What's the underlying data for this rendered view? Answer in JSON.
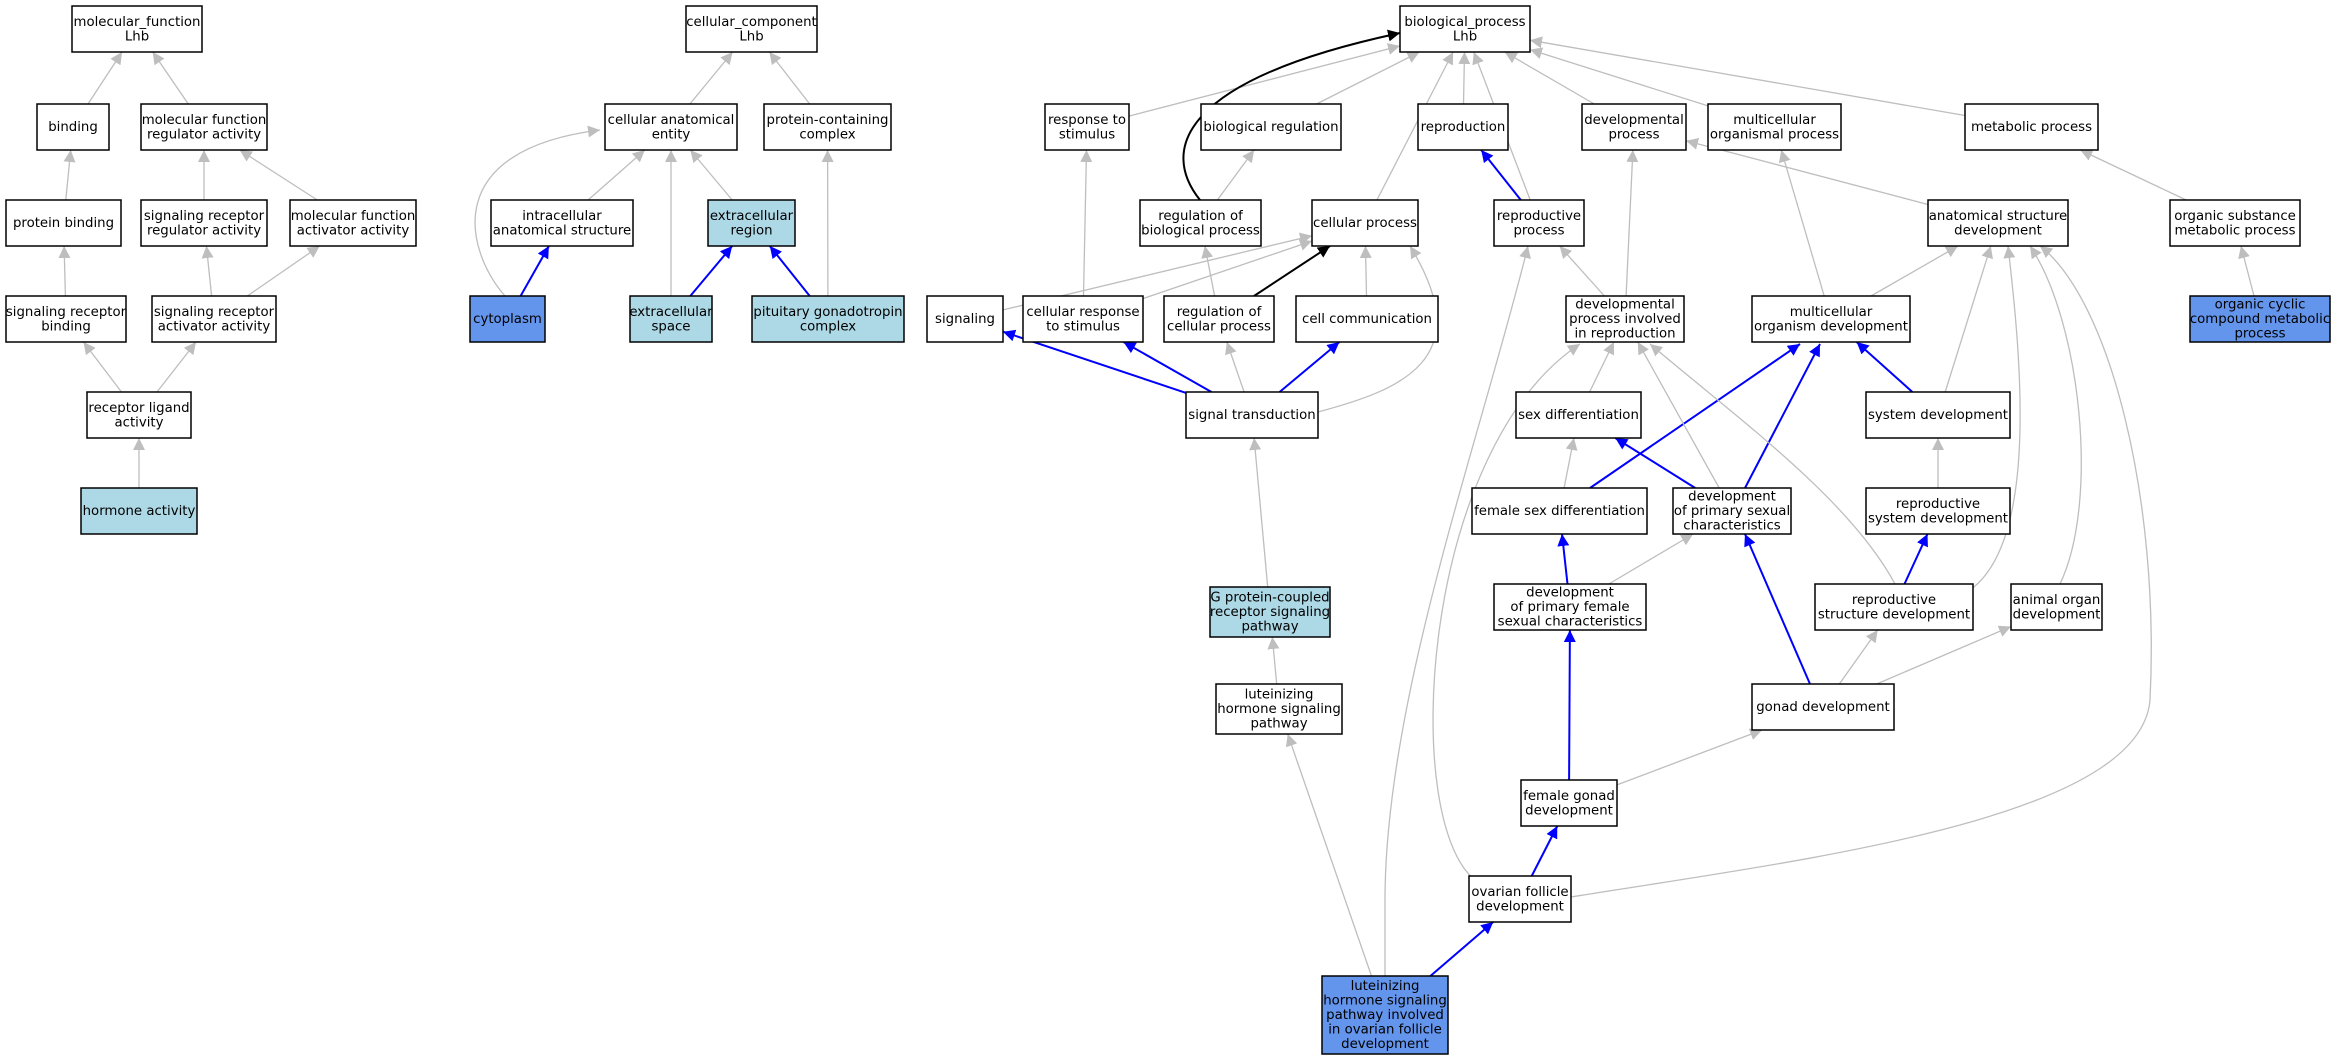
{
  "colors": {
    "node_default": "#ffffff",
    "node_light": "#add8e6",
    "node_dark": "#6495ed",
    "edge_grey": "#bebebe",
    "edge_blue": "#0000ff",
    "edge_black": "#000000"
  },
  "nodes": [
    {
      "id": "mf",
      "lines": [
        "molecular_function",
        "Lhb"
      ],
      "fill": "default"
    },
    {
      "id": "binding",
      "lines": [
        "binding"
      ],
      "fill": "default"
    },
    {
      "id": "mfra",
      "lines": [
        "molecular function",
        "regulator activity"
      ],
      "fill": "default"
    },
    {
      "id": "protbind",
      "lines": [
        "protein binding"
      ],
      "fill": "default"
    },
    {
      "id": "srra",
      "lines": [
        "signaling receptor",
        "regulator activity"
      ],
      "fill": "default"
    },
    {
      "id": "mfaa",
      "lines": [
        "molecular function",
        "activator activity"
      ],
      "fill": "default"
    },
    {
      "id": "srb",
      "lines": [
        "signaling receptor",
        "binding"
      ],
      "fill": "default"
    },
    {
      "id": "sraa",
      "lines": [
        "signaling receptor",
        "activator activity"
      ],
      "fill": "default"
    },
    {
      "id": "rla",
      "lines": [
        "receptor ligand",
        "activity"
      ],
      "fill": "default"
    },
    {
      "id": "hormone",
      "lines": [
        "hormone activity"
      ],
      "fill": "light"
    },
    {
      "id": "cc",
      "lines": [
        "cellular_component",
        "Lhb"
      ],
      "fill": "default"
    },
    {
      "id": "cae",
      "lines": [
        "cellular anatomical",
        "entity"
      ],
      "fill": "default"
    },
    {
      "id": "pcc",
      "lines": [
        "protein-containing",
        "complex"
      ],
      "fill": "default"
    },
    {
      "id": "ias",
      "lines": [
        "intracellular",
        "anatomical structure"
      ],
      "fill": "default"
    },
    {
      "id": "ecr",
      "lines": [
        "extracellular",
        "region"
      ],
      "fill": "light"
    },
    {
      "id": "cyto",
      "lines": [
        "cytoplasm"
      ],
      "fill": "dark"
    },
    {
      "id": "ecs",
      "lines": [
        "extracellular",
        "space"
      ],
      "fill": "light"
    },
    {
      "id": "pgc",
      "lines": [
        "pituitary gonadotropin",
        "complex"
      ],
      "fill": "light"
    },
    {
      "id": "bp",
      "lines": [
        "biological_process",
        "Lhb"
      ],
      "fill": "default"
    },
    {
      "id": "rts",
      "lines": [
        "response to",
        "stimulus"
      ],
      "fill": "default"
    },
    {
      "id": "breg",
      "lines": [
        "biological regulation"
      ],
      "fill": "default"
    },
    {
      "id": "repro",
      "lines": [
        "reproduction"
      ],
      "fill": "default"
    },
    {
      "id": "devp",
      "lines": [
        "developmental",
        "process"
      ],
      "fill": "default"
    },
    {
      "id": "mop",
      "lines": [
        "multicellular",
        "organismal process"
      ],
      "fill": "default"
    },
    {
      "id": "metab",
      "lines": [
        "metabolic process"
      ],
      "fill": "default"
    },
    {
      "id": "rbp",
      "lines": [
        "regulation of",
        "biological process"
      ],
      "fill": "default"
    },
    {
      "id": "cellp",
      "lines": [
        "cellular process"
      ],
      "fill": "default"
    },
    {
      "id": "reprop",
      "lines": [
        "reproductive",
        "process"
      ],
      "fill": "default"
    },
    {
      "id": "asd",
      "lines": [
        "anatomical structure",
        "development"
      ],
      "fill": "default"
    },
    {
      "id": "osmp",
      "lines": [
        "organic substance",
        "metabolic process"
      ],
      "fill": "default"
    },
    {
      "id": "signaling",
      "lines": [
        "signaling"
      ],
      "fill": "default"
    },
    {
      "id": "crs",
      "lines": [
        "cellular response",
        "to stimulus"
      ],
      "fill": "default"
    },
    {
      "id": "rcp",
      "lines": [
        "regulation of",
        "cellular process"
      ],
      "fill": "default"
    },
    {
      "id": "cellcomm",
      "lines": [
        "cell communication"
      ],
      "fill": "default"
    },
    {
      "id": "dpir",
      "lines": [
        "developmental",
        "process involved",
        "in reproduction"
      ],
      "fill": "default"
    },
    {
      "id": "mod",
      "lines": [
        "multicellular",
        "organism development"
      ],
      "fill": "default"
    },
    {
      "id": "occmp",
      "lines": [
        "organic cyclic",
        "compound metabolic",
        "process"
      ],
      "fill": "dark"
    },
    {
      "id": "st",
      "lines": [
        "signal transduction"
      ],
      "fill": "default"
    },
    {
      "id": "sexdiff",
      "lines": [
        "sex differentiation"
      ],
      "fill": "default"
    },
    {
      "id": "sysdev",
      "lines": [
        "system development"
      ],
      "fill": "default"
    },
    {
      "id": "fsd",
      "lines": [
        "female sex differentiation"
      ],
      "fill": "default"
    },
    {
      "id": "dpsc",
      "lines": [
        "development",
        "of primary sexual",
        "characteristics"
      ],
      "fill": "default"
    },
    {
      "id": "rsd",
      "lines": [
        "reproductive",
        "system development"
      ],
      "fill": "default"
    },
    {
      "id": "gpcr",
      "lines": [
        "G protein-coupled",
        "receptor signaling",
        "pathway"
      ],
      "fill": "light"
    },
    {
      "id": "dpfsc",
      "lines": [
        "development",
        "of primary female",
        "sexual characteristics"
      ],
      "fill": "default"
    },
    {
      "id": "rstd",
      "lines": [
        "reproductive",
        "structure development"
      ],
      "fill": "default"
    },
    {
      "id": "aod",
      "lines": [
        "animal organ",
        "development"
      ],
      "fill": "default"
    },
    {
      "id": "lhsp",
      "lines": [
        "luteinizing",
        "hormone signaling",
        "pathway"
      ],
      "fill": "default"
    },
    {
      "id": "gonad",
      "lines": [
        "gonad development"
      ],
      "fill": "default"
    },
    {
      "id": "fgd",
      "lines": [
        "female gonad",
        "development"
      ],
      "fill": "default"
    },
    {
      "id": "ofd",
      "lines": [
        "ovarian follicle",
        "development"
      ],
      "fill": "default"
    },
    {
      "id": "lhspofd",
      "lines": [
        "luteinizing",
        "hormone signaling",
        "pathway involved",
        "in ovarian follicle",
        "development"
      ],
      "fill": "dark"
    }
  ],
  "edges": [
    {
      "from": "binding",
      "to": "mf",
      "color": "grey"
    },
    {
      "from": "mfra",
      "to": "mf",
      "color": "grey"
    },
    {
      "from": "protbind",
      "to": "binding",
      "color": "grey"
    },
    {
      "from": "srra",
      "to": "mfra",
      "color": "grey"
    },
    {
      "from": "mfaa",
      "to": "mfra",
      "color": "grey"
    },
    {
      "from": "srb",
      "to": "protbind",
      "color": "grey"
    },
    {
      "from": "sraa",
      "to": "srra",
      "color": "grey"
    },
    {
      "from": "sraa",
      "to": "mfaa",
      "color": "grey"
    },
    {
      "from": "rla",
      "to": "srb",
      "color": "grey"
    },
    {
      "from": "rla",
      "to": "sraa",
      "color": "grey"
    },
    {
      "from": "hormone",
      "to": "rla",
      "color": "grey"
    },
    {
      "from": "cae",
      "to": "cc",
      "color": "grey"
    },
    {
      "from": "pcc",
      "to": "cc",
      "color": "grey"
    },
    {
      "from": "ias",
      "to": "cae",
      "color": "grey"
    },
    {
      "from": "ecr",
      "to": "cae",
      "color": "grey"
    },
    {
      "from": "cyto",
      "to": "ias",
      "color": "blue"
    },
    {
      "from": "cyto",
      "to": "cae",
      "color": "grey"
    },
    {
      "from": "ecs",
      "to": "ecr",
      "color": "blue"
    },
    {
      "from": "ecs",
      "to": "cae",
      "color": "grey"
    },
    {
      "from": "pgc",
      "to": "ecr",
      "color": "blue"
    },
    {
      "from": "pgc",
      "to": "pcc",
      "color": "grey"
    },
    {
      "from": "rts",
      "to": "bp",
      "color": "grey"
    },
    {
      "from": "breg",
      "to": "bp",
      "color": "grey"
    },
    {
      "from": "repro",
      "to": "bp",
      "color": "grey"
    },
    {
      "from": "devp",
      "to": "bp",
      "color": "grey"
    },
    {
      "from": "mop",
      "to": "bp",
      "color": "grey"
    },
    {
      "from": "metab",
      "to": "bp",
      "color": "grey"
    },
    {
      "from": "rbp",
      "to": "breg",
      "color": "grey"
    },
    {
      "from": "rbp",
      "to": "bp",
      "color": "black"
    },
    {
      "from": "cellp",
      "to": "bp",
      "color": "grey"
    },
    {
      "from": "reprop",
      "to": "repro",
      "color": "blue"
    },
    {
      "from": "reprop",
      "to": "bp",
      "color": "grey"
    },
    {
      "from": "asd",
      "to": "devp",
      "color": "grey"
    },
    {
      "from": "osmp",
      "to": "metab",
      "color": "grey"
    },
    {
      "from": "signaling",
      "to": "cellp",
      "color": "grey"
    },
    {
      "from": "crs",
      "to": "rts",
      "color": "grey"
    },
    {
      "from": "crs",
      "to": "cellp",
      "color": "grey"
    },
    {
      "from": "rcp",
      "to": "rbp",
      "color": "grey"
    },
    {
      "from": "rcp",
      "to": "cellp",
      "color": "black"
    },
    {
      "from": "cellcomm",
      "to": "cellp",
      "color": "grey"
    },
    {
      "from": "dpir",
      "to": "devp",
      "color": "grey"
    },
    {
      "from": "dpir",
      "to": "reprop",
      "color": "grey"
    },
    {
      "from": "mod",
      "to": "mop",
      "color": "grey"
    },
    {
      "from": "mod",
      "to": "asd",
      "color": "grey"
    },
    {
      "from": "occmp",
      "to": "osmp",
      "color": "grey"
    },
    {
      "from": "st",
      "to": "signaling",
      "color": "blue"
    },
    {
      "from": "st",
      "to": "crs",
      "color": "blue"
    },
    {
      "from": "st",
      "to": "rcp",
      "color": "grey"
    },
    {
      "from": "st",
      "to": "cellcomm",
      "color": "blue"
    },
    {
      "from": "st",
      "to": "cellp",
      "color": "grey"
    },
    {
      "from": "sexdiff",
      "to": "dpir",
      "color": "grey"
    },
    {
      "from": "sysdev",
      "to": "mod",
      "color": "blue"
    },
    {
      "from": "sysdev",
      "to": "asd",
      "color": "grey"
    },
    {
      "from": "fsd",
      "to": "sexdiff",
      "color": "grey"
    },
    {
      "from": "fsd",
      "to": "mod",
      "color": "blue"
    },
    {
      "from": "dpsc",
      "to": "sexdiff",
      "color": "blue"
    },
    {
      "from": "dpsc",
      "to": "mod",
      "color": "blue"
    },
    {
      "from": "dpsc",
      "to": "dpir",
      "color": "grey"
    },
    {
      "from": "rsd",
      "to": "sysdev",
      "color": "grey"
    },
    {
      "from": "gpcr",
      "to": "st",
      "color": "grey"
    },
    {
      "from": "dpfsc",
      "to": "fsd",
      "color": "blue"
    },
    {
      "from": "dpfsc",
      "to": "dpsc",
      "color": "grey"
    },
    {
      "from": "rstd",
      "to": "rsd",
      "color": "blue"
    },
    {
      "from": "rstd",
      "to": "dpir",
      "color": "grey"
    },
    {
      "from": "rstd",
      "to": "asd",
      "color": "grey"
    },
    {
      "from": "aod",
      "to": "asd",
      "color": "grey"
    },
    {
      "from": "lhsp",
      "to": "gpcr",
      "color": "grey"
    },
    {
      "from": "gonad",
      "to": "dpsc",
      "color": "blue"
    },
    {
      "from": "gonad",
      "to": "rstd",
      "color": "grey"
    },
    {
      "from": "gonad",
      "to": "aod",
      "color": "grey"
    },
    {
      "from": "fgd",
      "to": "dpfsc",
      "color": "blue"
    },
    {
      "from": "fgd",
      "to": "gonad",
      "color": "grey"
    },
    {
      "from": "ofd",
      "to": "fgd",
      "color": "blue"
    },
    {
      "from": "ofd",
      "to": "dpir",
      "color": "grey"
    },
    {
      "from": "ofd",
      "to": "asd",
      "color": "grey"
    },
    {
      "from": "lhspofd",
      "to": "ofd",
      "color": "blue"
    },
    {
      "from": "lhspofd",
      "to": "lhsp",
      "color": "grey"
    },
    {
      "from": "lhspofd",
      "to": "reprop",
      "color": "grey"
    }
  ]
}
